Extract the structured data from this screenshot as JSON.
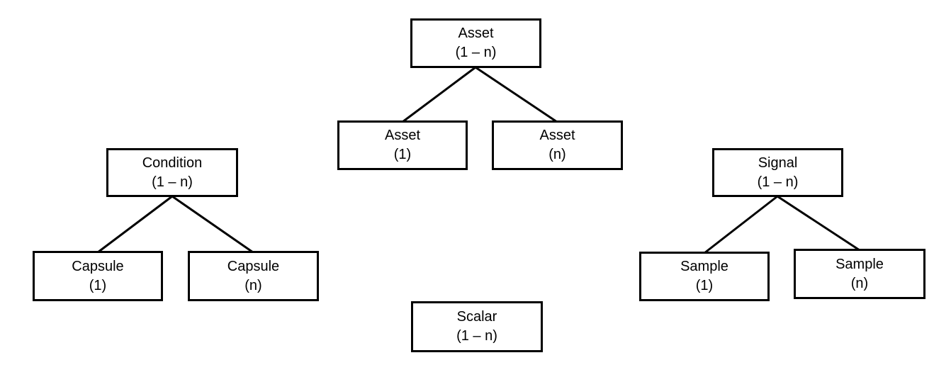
{
  "diagram": {
    "colors": {
      "background": "#ffffff",
      "box_border": "#000000",
      "text": "#000000",
      "connector": "#000000"
    },
    "trees": [
      {
        "name": "asset",
        "root": {
          "title": "Asset",
          "cardinality": "(1 – n)"
        },
        "children": [
          {
            "title": "Asset",
            "cardinality": "(1)"
          },
          {
            "title": "Asset",
            "cardinality": "(n)"
          }
        ]
      },
      {
        "name": "condition",
        "root": {
          "title": "Condition",
          "cardinality": "(1 – n)"
        },
        "children": [
          {
            "title": "Capsule",
            "cardinality": "(1)"
          },
          {
            "title": "Capsule",
            "cardinality": "(n)"
          }
        ]
      },
      {
        "name": "signal",
        "root": {
          "title": "Signal",
          "cardinality": "(1 – n)"
        },
        "children": [
          {
            "title": "Sample",
            "cardinality": "(1)"
          },
          {
            "title": "Sample",
            "cardinality": "(n)"
          }
        ]
      }
    ],
    "standalone": {
      "title": "Scalar",
      "cardinality": "(1 – n)"
    }
  }
}
